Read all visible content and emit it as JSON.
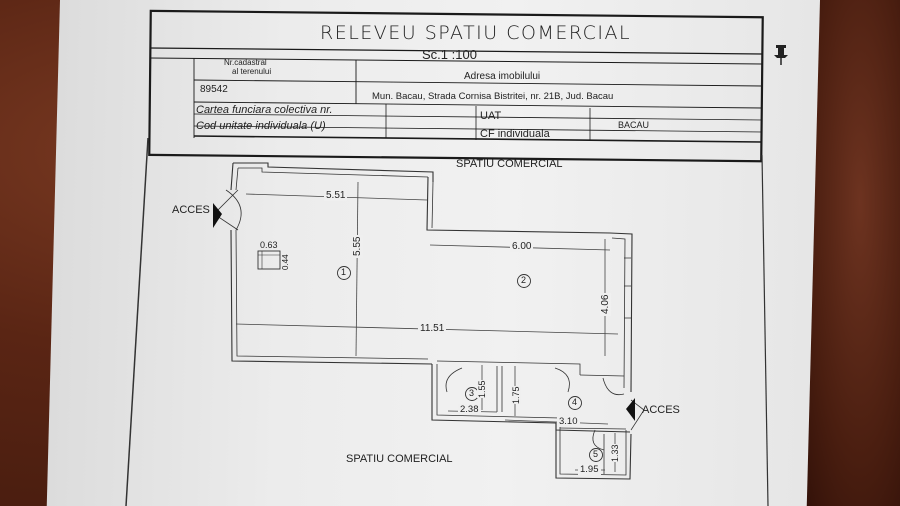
{
  "title_block": {
    "title": "RELEVEU SPATIU COMERCIAL",
    "scale": "Sc.1 :100",
    "cadastral_label_1": "Nr.cadastral",
    "cadastral_label_2": "al terenului",
    "cadastral_number": "89542",
    "address_label": "Adresa imobilului",
    "address_value": "Mun. Bacau, Strada Cornisa Bistritei, nr. 21B, Jud. Bacau",
    "land_book_label": "Cartea funciara colectiva nr.",
    "uat_label": "UAT",
    "uat_value": "BACAU",
    "unit_code_label": "Cod unitate individuala (U)",
    "cf_label": "CF individuala"
  },
  "plan": {
    "label_top": "SPATIU COMERCIAL",
    "label_bottom": "SPATIU COMERCIAL",
    "access_left": "ACCES",
    "access_right": "ACCES",
    "rooms": [
      "1",
      "2",
      "3",
      "4",
      "5"
    ],
    "dimensions": {
      "room1_width": "5.51",
      "room1_height": "5.55",
      "total_width": "11.51",
      "room2_width": "6.00",
      "room2_height": "4.06",
      "column_w": "0.63",
      "column_h": "0.44",
      "room3_width": "2.38",
      "room3_height": "1.55",
      "corridor_height": "1.75",
      "room4_width": "3.10",
      "room5_width": "1.95",
      "room5_height": "1.33"
    }
  }
}
